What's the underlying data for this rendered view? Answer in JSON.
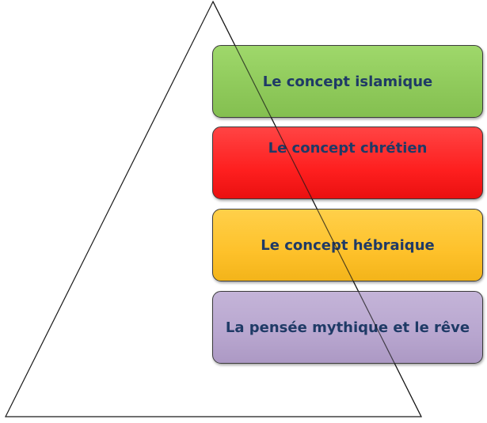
{
  "diagram": {
    "levels": [
      {
        "label": "Le concept islamique",
        "color": "#8ec95a"
      },
      {
        "label": "Le concept chrétien",
        "color": "#fe1f1f"
      },
      {
        "label": "Le concept hébraique",
        "color": "#fec12a"
      },
      {
        "label": "La pensée mythique et le rêve",
        "color": "#b8a6cf"
      }
    ],
    "text_color": "#1f3a66",
    "outline_color": "#1a1a1a"
  }
}
